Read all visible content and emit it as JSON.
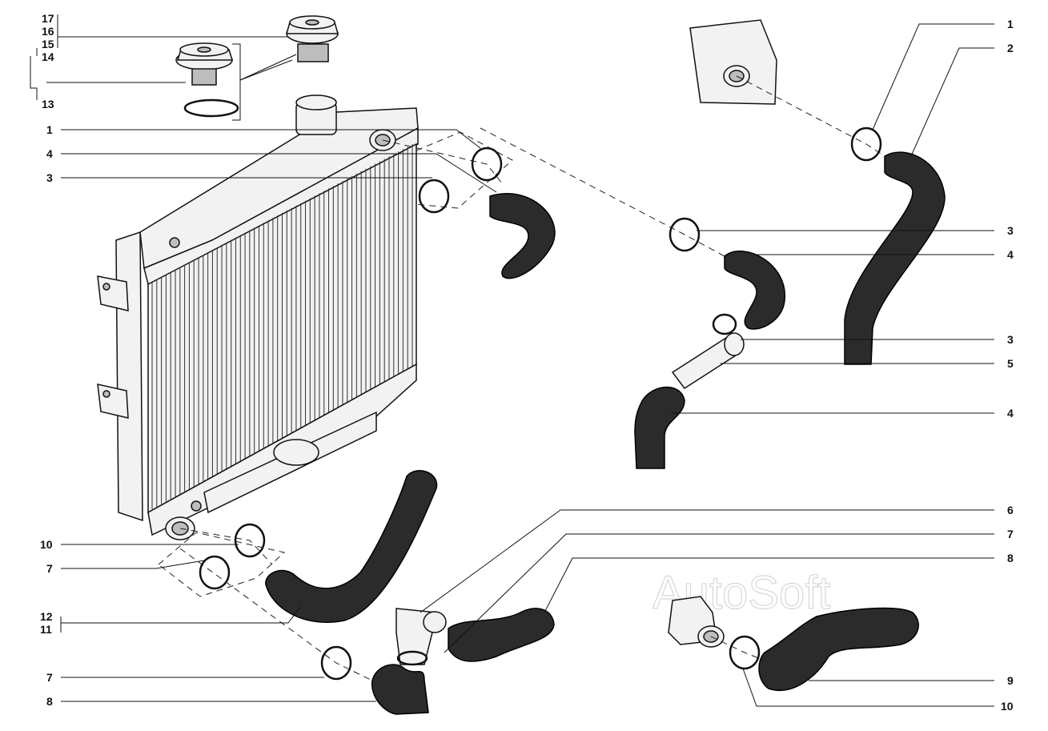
{
  "callouts": {
    "left": [
      {
        "id": "l17",
        "text": "17"
      },
      {
        "id": "l16",
        "text": "16"
      },
      {
        "id": "l15",
        "text": "15"
      },
      {
        "id": "l14",
        "text": "14"
      },
      {
        "id": "l13",
        "text": "13"
      },
      {
        "id": "l1",
        "text": "1"
      },
      {
        "id": "l4",
        "text": "4"
      },
      {
        "id": "l3",
        "text": "3"
      },
      {
        "id": "l10",
        "text": "10"
      },
      {
        "id": "l7a",
        "text": "7"
      },
      {
        "id": "l12",
        "text": "12"
      },
      {
        "id": "l11",
        "text": "11"
      },
      {
        "id": "l7b",
        "text": "7"
      },
      {
        "id": "l8",
        "text": "8"
      }
    ],
    "right": [
      {
        "id": "r1",
        "text": "1"
      },
      {
        "id": "r2",
        "text": "2"
      },
      {
        "id": "r3a",
        "text": "3"
      },
      {
        "id": "r4a",
        "text": "4"
      },
      {
        "id": "r3b",
        "text": "3"
      },
      {
        "id": "r5",
        "text": "5"
      },
      {
        "id": "r4b",
        "text": "4"
      },
      {
        "id": "r6",
        "text": "6"
      },
      {
        "id": "r7",
        "text": "7"
      },
      {
        "id": "r8",
        "text": "8"
      },
      {
        "id": "r9",
        "text": "9"
      },
      {
        "id": "r10",
        "text": "10"
      }
    ]
  },
  "watermark": "AutoSoft"
}
